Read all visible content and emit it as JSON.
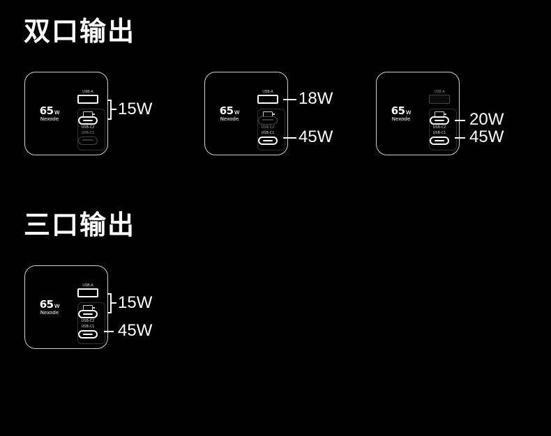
{
  "sections": {
    "dual": {
      "title": "双口输出"
    },
    "triple": {
      "title": "三口输出"
    }
  },
  "charger": {
    "wattage": "65",
    "unit": "w",
    "brand": "Nexode",
    "ports": {
      "a": "USB-A",
      "c2": "USB-C2",
      "c1": "USB-C1"
    }
  },
  "outputs": {
    "d1_pair": "15W",
    "d2_a": "18W",
    "d2_c1": "45W",
    "d3_c2": "20W",
    "d3_c1": "45W",
    "t1_pair": "15W",
    "t1_c1": "45W"
  },
  "colors": {
    "background": "#000000",
    "foreground": "#ffffff",
    "outline": "#cfcfcf",
    "inactive": "#444444"
  }
}
